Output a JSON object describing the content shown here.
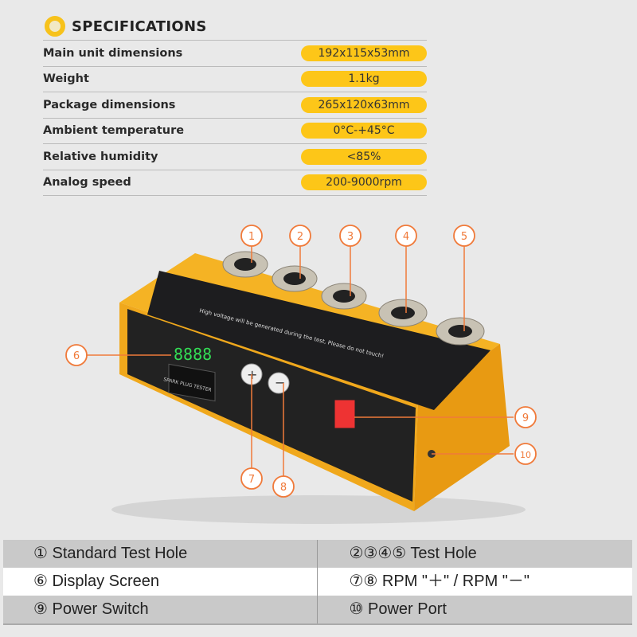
{
  "title": "SPECIFICATIONS",
  "specs": [
    {
      "label": "Main unit dimensions",
      "value": "192x115x53mm"
    },
    {
      "label": "Weight",
      "value": "1.1kg"
    },
    {
      "label": "Package dimensions",
      "value": "265x120x63mm"
    },
    {
      "label": "Ambient temperature",
      "value": "0°C-+45°C"
    },
    {
      "label": "Relative humidity",
      "value": "<85%"
    },
    {
      "label": "Analog speed",
      "value": "200-9000rpm"
    }
  ],
  "device": {
    "callouts": [
      "①",
      "②",
      "③",
      "④",
      "⑤",
      "⑥",
      "⑦",
      "⑧",
      "⑨",
      "⑩"
    ],
    "display": "8888",
    "warning": "High voltage will be generated during the test, Please do not touch!",
    "panel_label": "SPARK PLUG TESTER",
    "accent": "#f5b324",
    "callout_color": "#f07a3a"
  },
  "legend": [
    [
      "① Standard Test Hole",
      "②③④⑤ Test Hole"
    ],
    [
      "⑥ Display Screen",
      "⑦⑧ RPM \"＋\" / RPM \"－\""
    ],
    [
      "⑨ Power Switch",
      "⑩ Power Port"
    ]
  ]
}
